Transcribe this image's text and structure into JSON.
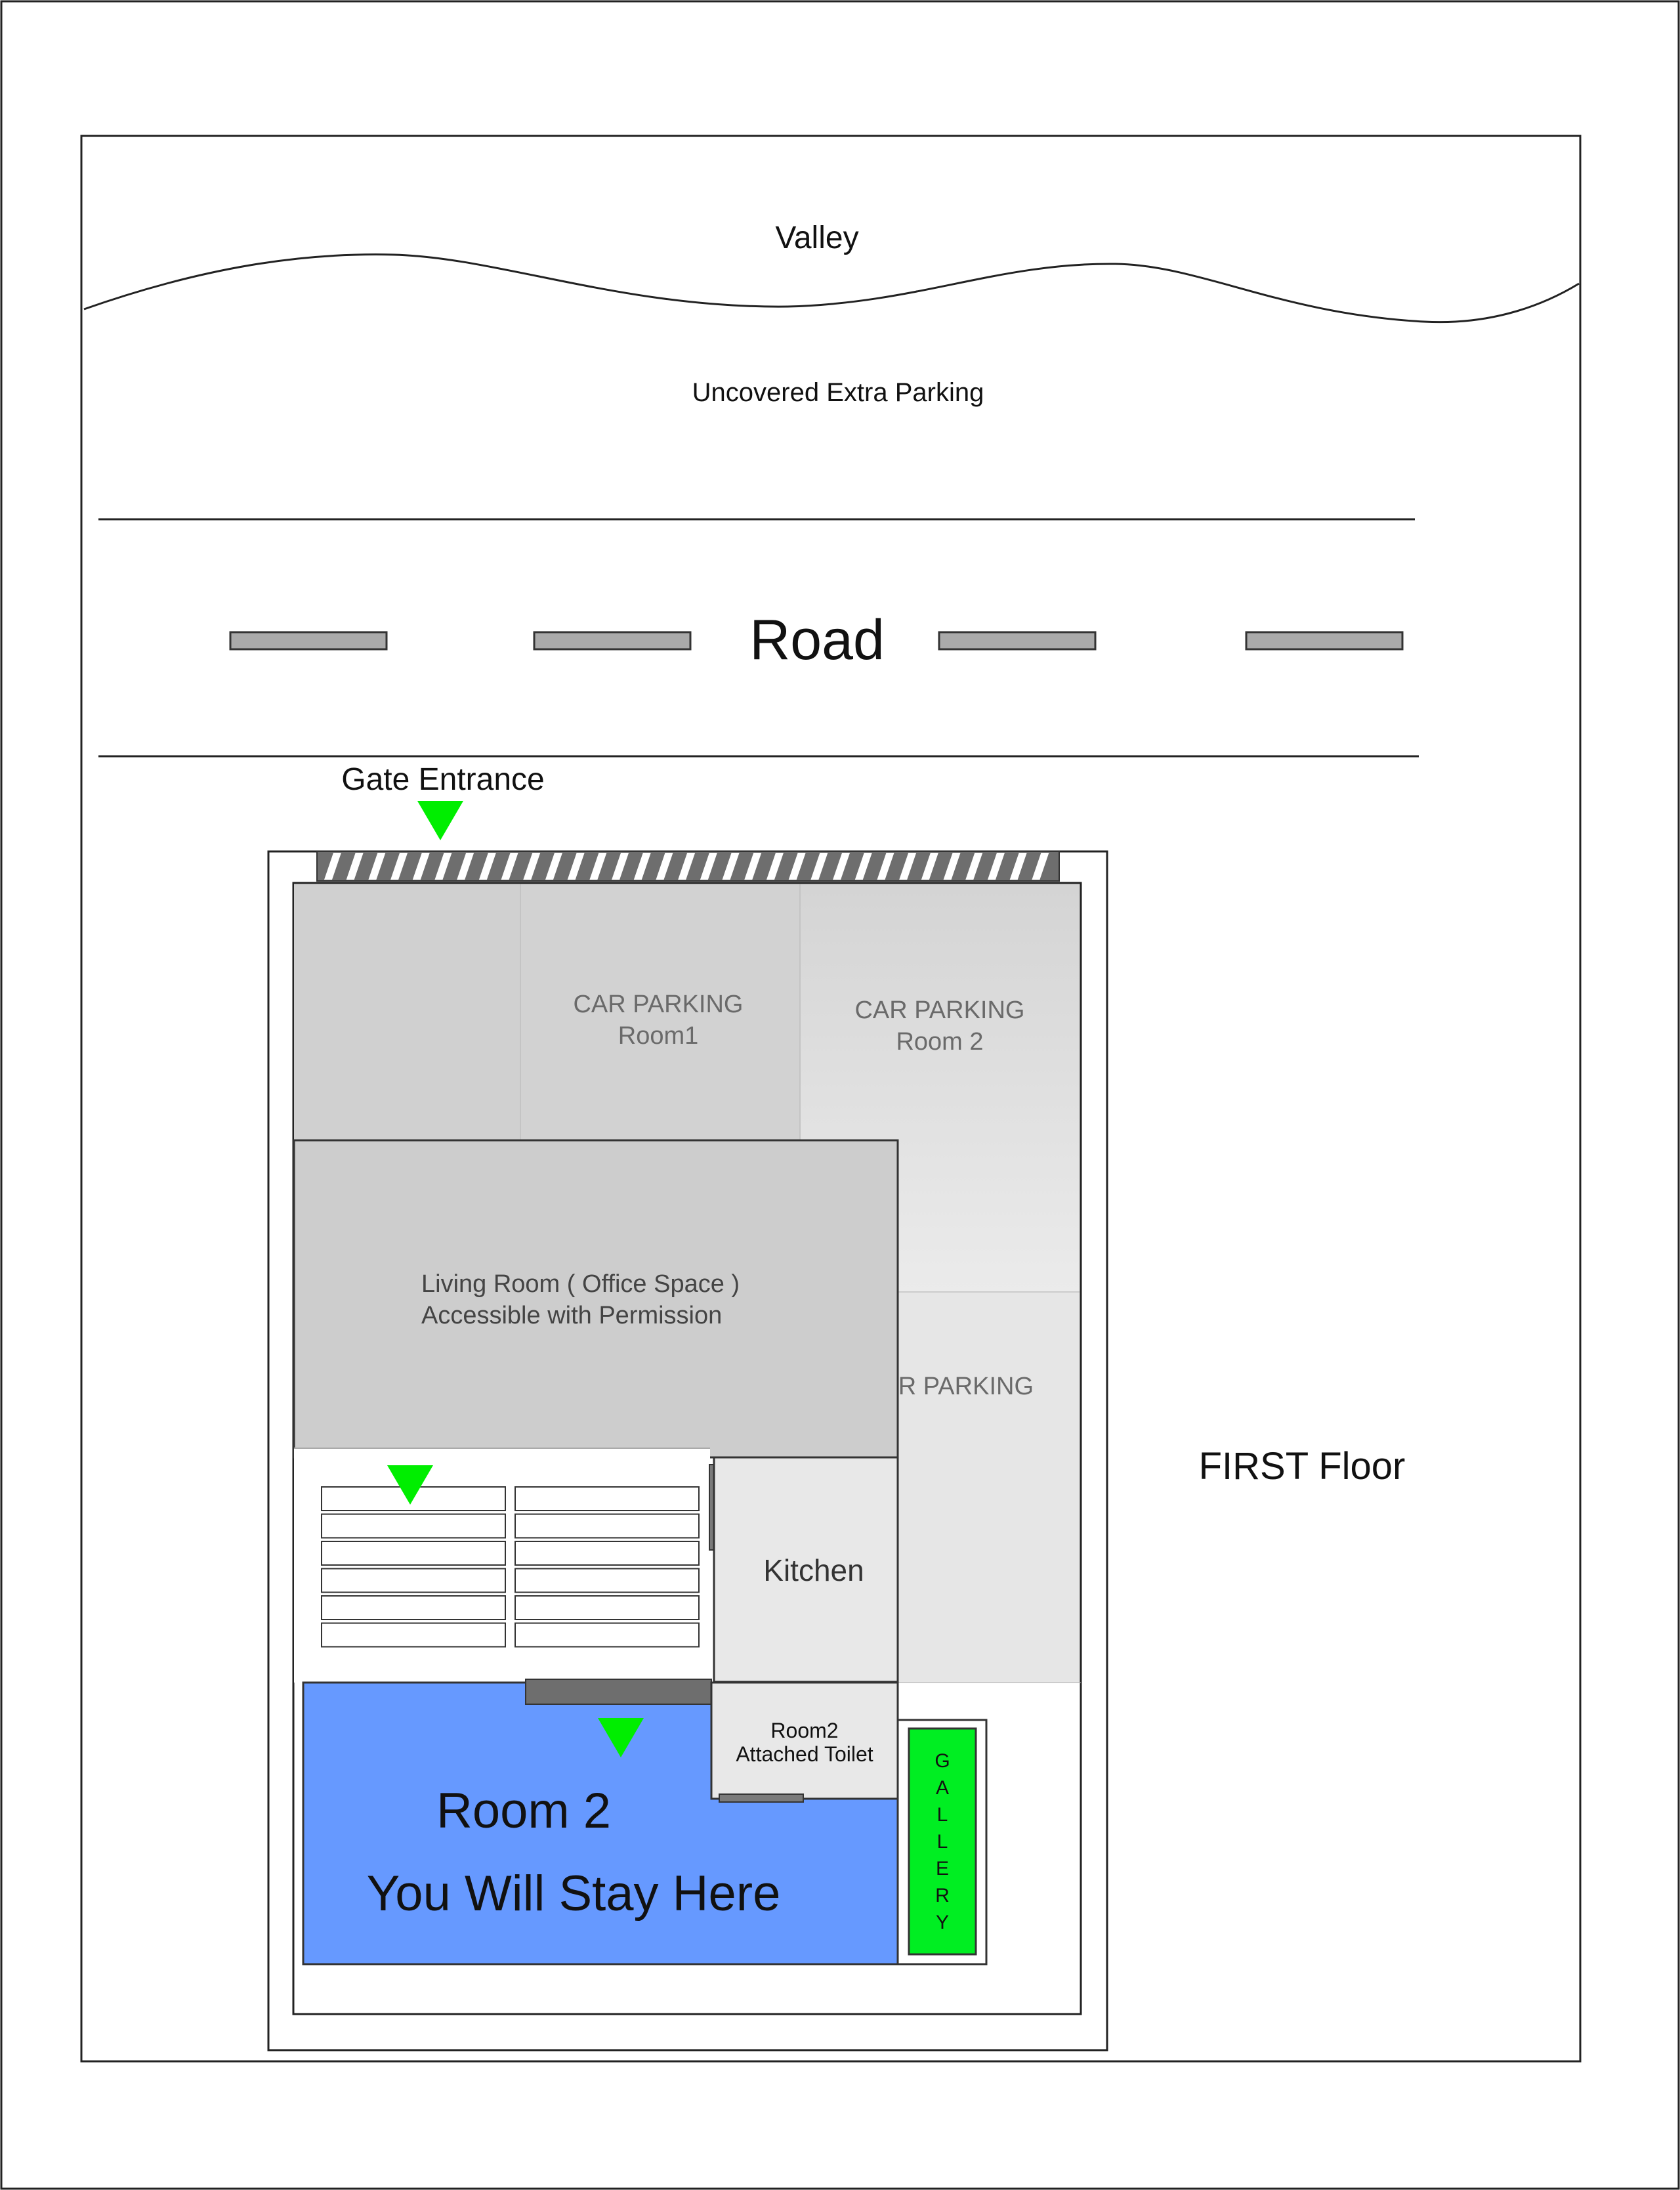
{
  "labels": {
    "valley": "Valley",
    "uncovered_parking": "Uncovered Extra Parking",
    "road": "Road",
    "gate_entrance": "Gate Entrance",
    "car_parking_room1_line1": "CAR PARKING",
    "car_parking_room1_line2": "Room1",
    "car_parking_room2_line1": "CAR PARKING",
    "car_parking_room2_line2": "Room 2",
    "car_parking_partial": "R PARKING",
    "living_room_line1": "Living Room ( Office Space )",
    "living_room_line2": "Accessible with Permission",
    "kitchen": "Kitchen",
    "toilet_line1": "Room2",
    "toilet_line2": "Attached Toilet",
    "room2_title": "Room 2",
    "room2_subtitle": "You Will Stay Here",
    "gallery_letters": [
      "G",
      "A",
      "L",
      "L",
      "E",
      "R",
      "Y"
    ],
    "floor_label": "FIRST Floor"
  },
  "colors": {
    "room2_fill": "#6699ff",
    "gallery_fill": "#00ee22",
    "marker_green": "#00ee00",
    "parking_gray": "#d0d0d0",
    "living_gray": "#cdcdcd",
    "kitchen_gray": "#e8e8e8",
    "road_dash": "#aaaaaa",
    "gate_dark": "#6e6e6e",
    "label_gray": "#6a6a6a"
  }
}
